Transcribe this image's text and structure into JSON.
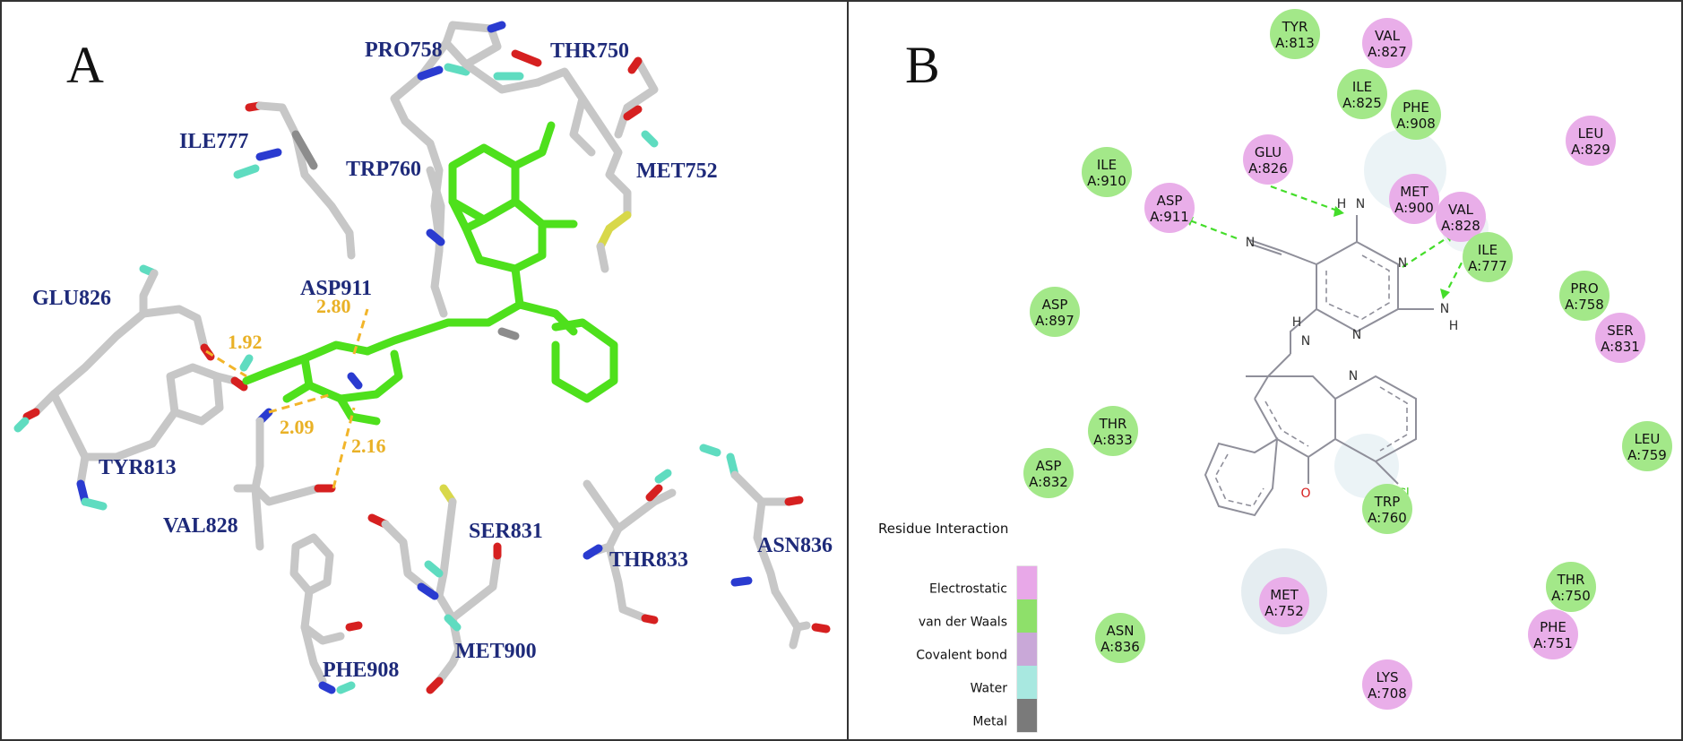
{
  "panel_a": {
    "letter": "A",
    "residues": [
      "PRO758",
      "THR750",
      "ILE777",
      "TRP760",
      "MET752",
      "GLU826",
      "ASP911",
      "TYR813",
      "VAL828",
      "SER831",
      "THR833",
      "ASN836",
      "PHE908",
      "MET900"
    ],
    "distances": [
      "2.80",
      "1.92",
      "2.09",
      "2.16"
    ]
  },
  "panel_b": {
    "letter": "B",
    "residues": [
      {
        "name": "TYR",
        "id": "A:813",
        "type": "van der Waals"
      },
      {
        "name": "VAL",
        "id": "A:827",
        "type": "Electrostatic"
      },
      {
        "name": "ILE",
        "id": "A:825",
        "type": "van der Waals"
      },
      {
        "name": "PHE",
        "id": "A:908",
        "type": "van der Waals"
      },
      {
        "name": "LEU",
        "id": "A:829",
        "type": "Electrostatic"
      },
      {
        "name": "GLU",
        "id": "A:826",
        "type": "Electrostatic"
      },
      {
        "name": "ILE",
        "id": "A:910",
        "type": "van der Waals"
      },
      {
        "name": "ASP",
        "id": "A:911",
        "type": "Electrostatic"
      },
      {
        "name": "MET",
        "id": "A:900",
        "type": "Electrostatic"
      },
      {
        "name": "VAL",
        "id": "A:828",
        "type": "Electrostatic"
      },
      {
        "name": "ILE",
        "id": "A:777",
        "type": "van der Waals"
      },
      {
        "name": "PRO",
        "id": "A:758",
        "type": "van der Waals"
      },
      {
        "name": "SER",
        "id": "A:831",
        "type": "Electrostatic"
      },
      {
        "name": "ASP",
        "id": "A:897",
        "type": "van der Waals"
      },
      {
        "name": "THR",
        "id": "A:833",
        "type": "van der Waals"
      },
      {
        "name": "ASP",
        "id": "A:832",
        "type": "van der Waals"
      },
      {
        "name": "LEU",
        "id": "A:759",
        "type": "van der Waals"
      },
      {
        "name": "TRP",
        "id": "A:760",
        "type": "van der Waals"
      },
      {
        "name": "MET",
        "id": "A:752",
        "type": "Electrostatic"
      },
      {
        "name": "THR",
        "id": "A:750",
        "type": "van der Waals"
      },
      {
        "name": "PHE",
        "id": "A:751",
        "type": "Electrostatic"
      },
      {
        "name": "ASN",
        "id": "A:836",
        "type": "van der Waals"
      },
      {
        "name": "LYS",
        "id": "A:708",
        "type": "Electrostatic"
      }
    ],
    "atom_labels": [
      "N",
      "H",
      "N",
      "N",
      "N",
      "N",
      "H",
      "H",
      "N",
      "N",
      "N",
      "O",
      "Cl"
    ],
    "legend": {
      "title": "Residue Interaction",
      "items": [
        {
          "label": "Electrostatic",
          "color": "#e8a8e8"
        },
        {
          "label": "van der Waals",
          "color": "#8ee06a"
        },
        {
          "label": "Covalent bond",
          "color": "#c9a8d8"
        },
        {
          "label": "Water",
          "color": "#a8e8e0"
        },
        {
          "label": "Metal",
          "color": "#7a7a7a"
        }
      ]
    }
  },
  "colors": {
    "electrostatic": "#e9aee9",
    "vdw": "#a3e889",
    "ligand": "#4ee01c",
    "hbond": "#f2b52a"
  }
}
